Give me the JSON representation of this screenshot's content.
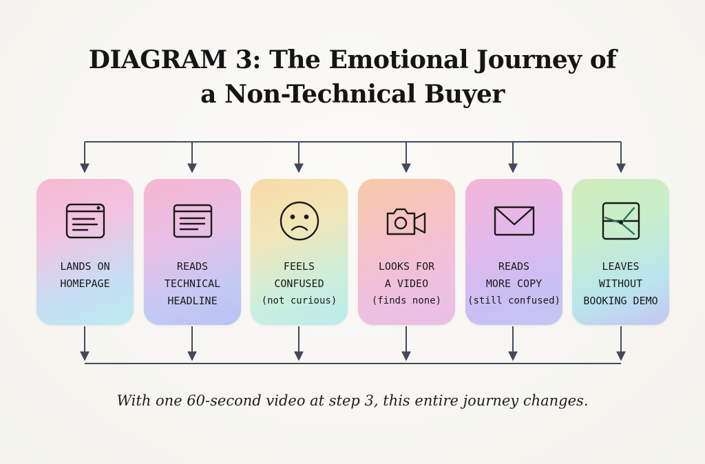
{
  "title": {
    "line1": "DIAGRAM 3: The Emotional Journey of",
    "line2": "a Non-Technical Buyer"
  },
  "steps": [
    {
      "icon": "browser-window-icon",
      "lines": [
        "LANDS ON",
        "HOMEPAGE"
      ],
      "sub": ""
    },
    {
      "icon": "text-card-icon",
      "lines": [
        "READS",
        "TECHNICAL",
        "HEADLINE"
      ],
      "sub": ""
    },
    {
      "icon": "sad-face-icon",
      "lines": [
        "FEELS",
        "CONFUSED"
      ],
      "sub": "(not curious)"
    },
    {
      "icon": "camera-icon",
      "lines": [
        "LOOKS FOR",
        "A VIDEO"
      ],
      "sub": "(finds none)"
    },
    {
      "icon": "envelope-icon",
      "lines": [
        "READS",
        "MORE COPY"
      ],
      "sub": "(still confused)"
    },
    {
      "icon": "exit-chart-icon",
      "lines": [
        "LEAVES",
        "WITHOUT",
        "BOOKING DEMO"
      ],
      "sub": ""
    }
  ],
  "footer": "With one 60-second video at step 3, this entire journey changes.",
  "colors": {
    "line": "#3f4a5c",
    "text": "#1a1a1a",
    "background": "#f6f5f1"
  }
}
